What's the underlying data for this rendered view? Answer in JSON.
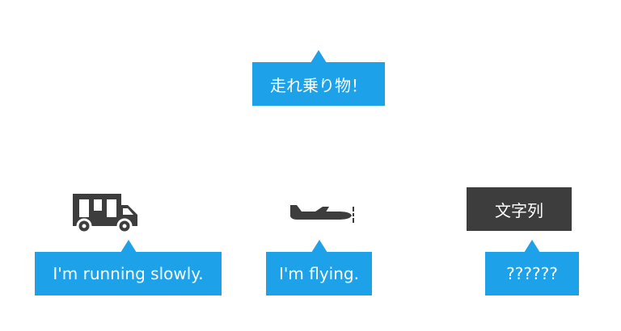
{
  "root": {
    "label": "走れ乗り物！"
  },
  "items": [
    {
      "label": "I'm running slowly.",
      "icon": "camper-van-icon"
    },
    {
      "label": "I'm flying.",
      "icon": "airplane-icon"
    },
    {
      "label": "??????",
      "box_label": "文字列"
    }
  ],
  "colors": {
    "bubble": "#1da1e8",
    "box": "#3d3d3d",
    "icon": "#3d3d3d"
  }
}
